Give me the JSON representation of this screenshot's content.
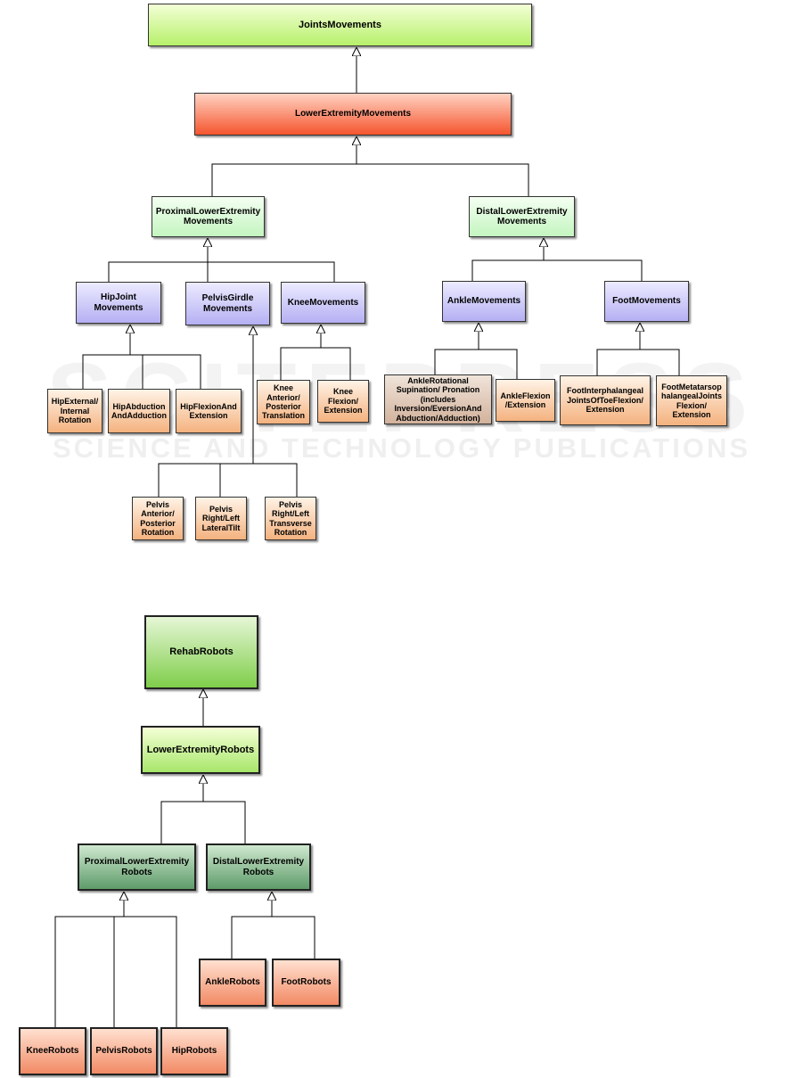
{
  "watermark": {
    "brand": "SCITEPRESS",
    "tagline": "SCIENCE AND TECHNOLOGY PUBLICATIONS"
  },
  "movement_hierarchy": {
    "root": "JointsMovements",
    "level1": "LowerExtremityMovements",
    "proximal": "ProximalLowerExtremity\nMovements",
    "distal": "DistalLowerExtremity\nMovements",
    "hip_joint": "HipJoint\nMovements",
    "pelvis_girdle": "PelvisGirdle\nMovements",
    "knee": "KneeMovements",
    "ankle": "AnkleMovements",
    "foot": "FootMovements",
    "hip_external": "HipExternal/\nInternal\nRotation",
    "hip_abduction": "HipAbduction\nAndAdduction",
    "hip_flexion": "HipFlexionAnd\nExtension",
    "knee_anterior": "Knee\nAnterior/\nPosterior\nTranslation",
    "knee_flexion": "Knee\nFlexion/\nExtension",
    "ankle_rotational": "AnkleRotational\nSupination/ Pronation\n(includes\nInversion/EversionAnd\nAbduction/Adduction)",
    "ankle_flexion": "AnkleFlexion\n/Extension",
    "foot_interphalangeal": "FootInterphalangeal\nJointsOfToeFlexion/\nExtension",
    "foot_metatarso": "FootMetatarsop\nhalangealJoints\nFlexion/\nExtension",
    "pelvis_anterior": "Pelvis\nAnterior/\nPosterior\nRotation",
    "pelvis_lateral": "Pelvis\nRight/Left\nLateralTilt",
    "pelvis_transverse": "Pelvis\nRight/Left\nTransverse\nRotation"
  },
  "robot_hierarchy": {
    "root": "RehabRobots",
    "lower": "LowerExtremityRobots",
    "proximal": "ProximalLowerExtremity\nRobots",
    "distal": "DistalLowerExtremity\nRobots",
    "ankle": "AnkleRobots",
    "foot": "FootRobots",
    "knee": "KneeRobots",
    "pelvis": "PelvisRobots",
    "hip": "HipRobots"
  }
}
